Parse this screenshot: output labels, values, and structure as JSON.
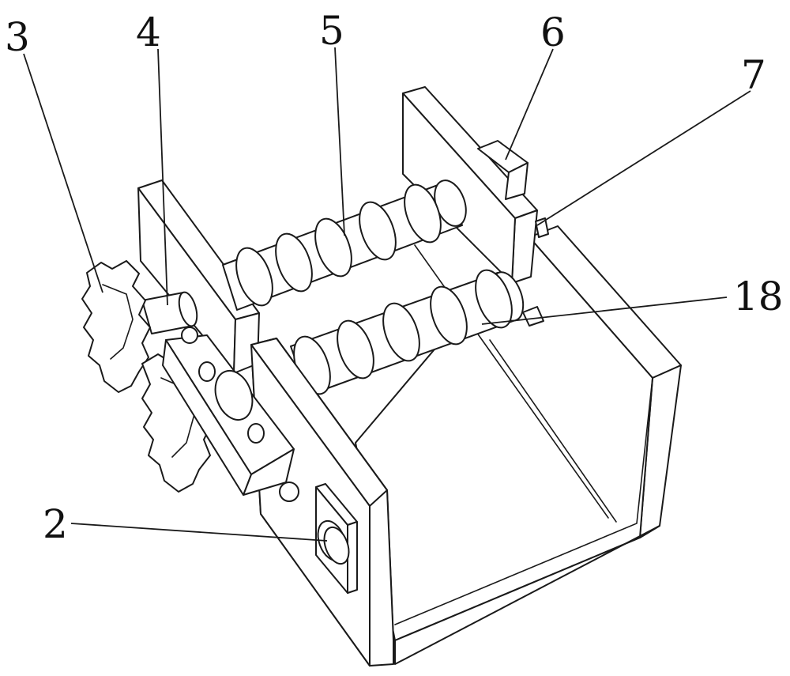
{
  "labels": [
    {
      "id": "label-3",
      "text": "3"
    },
    {
      "id": "label-4",
      "text": "4"
    },
    {
      "id": "label-5",
      "text": "5"
    },
    {
      "id": "label-6",
      "text": "6"
    },
    {
      "id": "label-7",
      "text": "7"
    },
    {
      "id": "label-18",
      "text": "18"
    },
    {
      "id": "label-2",
      "text": "2"
    }
  ],
  "colors": {
    "line": "#1a1a1a",
    "background": "#ffffff"
  }
}
